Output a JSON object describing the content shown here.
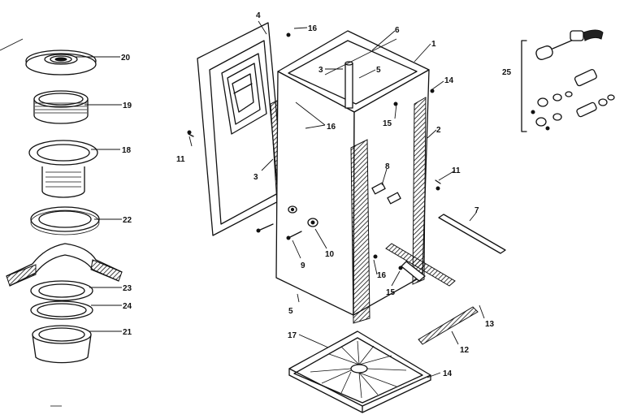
{
  "callouts": {
    "c1": "1",
    "c2": "2",
    "c3a": "3",
    "c3b": "3",
    "c4": "4",
    "c5a": "5",
    "c5b": "5",
    "c6": "6",
    "c7": "7",
    "c8": "8",
    "c9": "9",
    "c10": "10",
    "c11a": "11",
    "c11b": "11",
    "c12": "12",
    "c13": "13",
    "c14a": "14",
    "c14b": "14",
    "c15a": "15",
    "c15b": "15",
    "c16a": "16",
    "c16b": "16",
    "c16c": "16",
    "c17": "17",
    "c18": "18",
    "c19": "19",
    "c20": "20",
    "c21": "21",
    "c22": "22",
    "c23": "23",
    "c24": "24",
    "c25": "25"
  }
}
